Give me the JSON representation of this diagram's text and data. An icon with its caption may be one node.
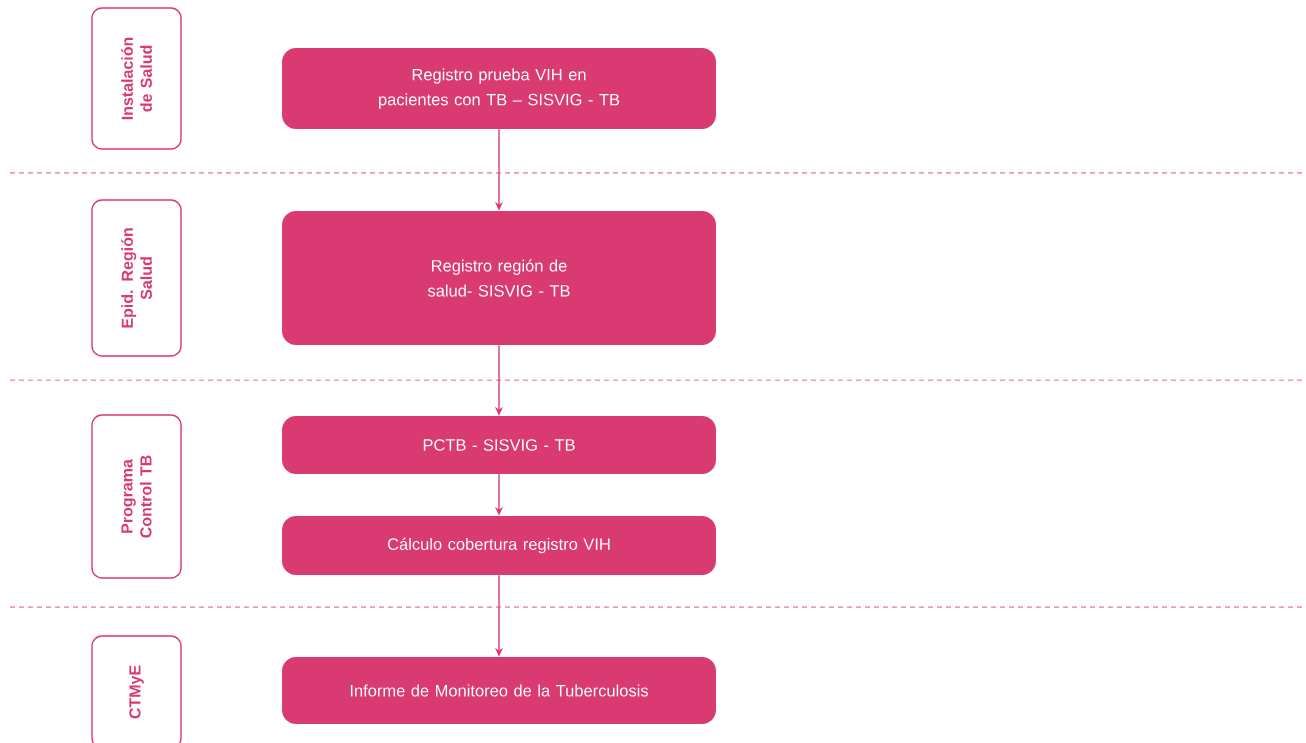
{
  "diagram": {
    "nodes": [
      {
        "text": [
          "Instalación de Salud"
        ]
      },
      {
        "text": [
          "Registro prueba VIH en pacientes con TB – SISVIG - TB"
        ]
      },
      {
        "text": [
          "Epid. Región Salud"
        ]
      },
      {
        "text": [
          "Registro región de salud- SISVIG - TB"
        ]
      },
      {
        "text": [
          "Programa Control TB"
        ]
      },
      {
        "text": [
          "PCTB - SISVIG - TB"
        ]
      },
      {
        "text": [
          "Cálculo cobertura registro VIH"
        ]
      },
      {
        "text": [
          "CTMyE"
        ]
      },
      {
        "text": [
          "Informe de Monitoreo de la Tuberculosis"
        ]
      }
    ],
    "edges": [
      {
        "from": 1,
        "to": 3,
        "arrow": "to"
      },
      {
        "from": 3,
        "to": 5,
        "arrow": "to"
      },
      {
        "from": 5,
        "to": 6,
        "arrow": "to"
      },
      {
        "from": 6,
        "to": 8,
        "arrow": "to"
      }
    ]
  }
}
